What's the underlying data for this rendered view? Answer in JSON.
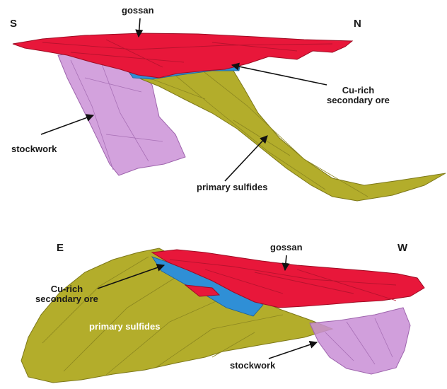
{
  "top_view": {
    "direction_left": "S",
    "direction_right": "N",
    "labels": {
      "gossan": "gossan",
      "cu_rich_line1": "Cu-rich",
      "cu_rich_line2": "secondary ore",
      "stockwork": "stockwork",
      "primary_sulfides": "primary sulfides"
    }
  },
  "bottom_view": {
    "direction_left": "E",
    "direction_right": "W",
    "labels": {
      "gossan": "gossan",
      "cu_rich_line1": "Cu-rich",
      "cu_rich_line2": "secondary ore",
      "stockwork": "stockwork",
      "primary_sulfides": "primary sulfides"
    }
  },
  "colors": {
    "gossan": "#e8173a",
    "secondary_ore": "#2f8fd6",
    "primary_sulfides": "#b3ad2b",
    "stockwork": "#c98ed6",
    "arrow": "#111111"
  }
}
